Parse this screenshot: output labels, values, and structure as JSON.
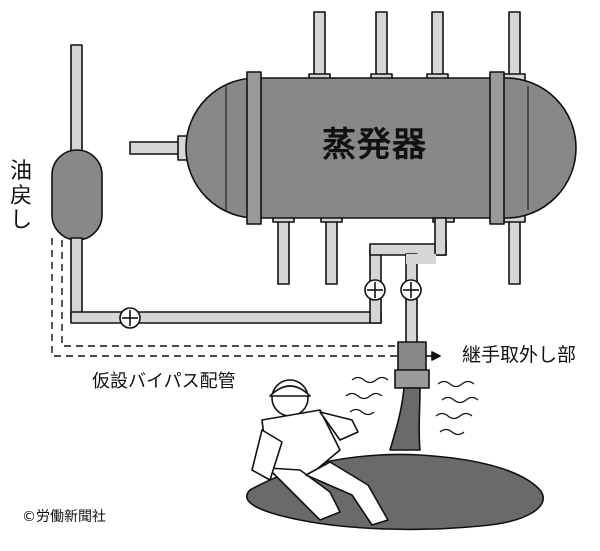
{
  "labels": {
    "evaporator": "蒸発器",
    "oil_return": "油戻し",
    "joint_removal": "継手取外し部",
    "temporary_bypass": "仮設バイパス配管",
    "copyright": "©労働新聞社"
  },
  "colors": {
    "vessel_fill": "#888888",
    "pipe_fill": "#d6d6d6",
    "spill_fill": "#6a6a6a",
    "line": "#111111"
  }
}
